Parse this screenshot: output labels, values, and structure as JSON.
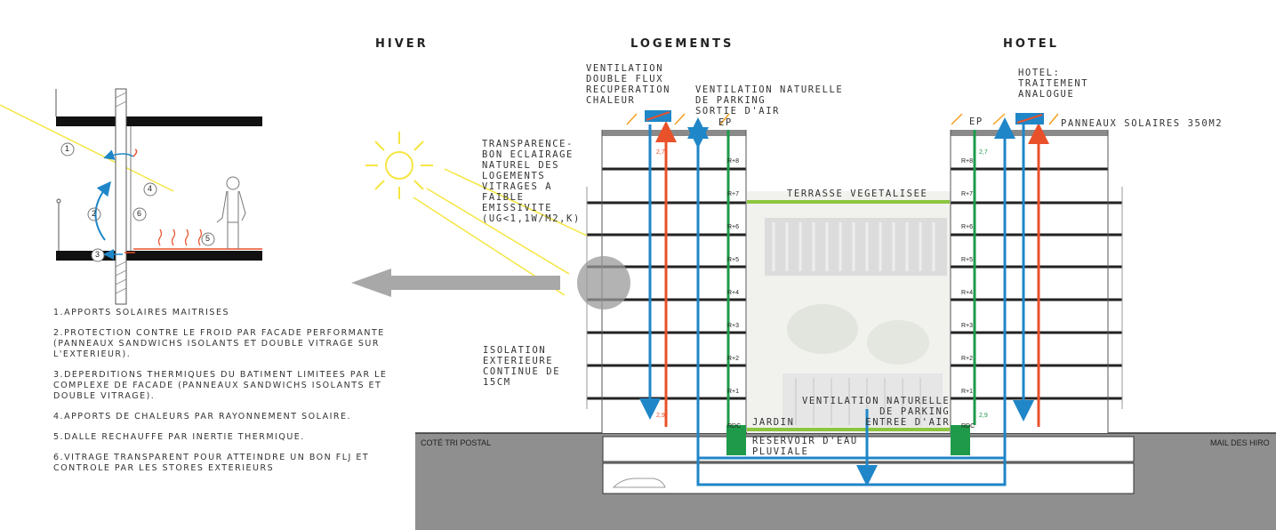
{
  "headers": {
    "winter": "HIVER",
    "housing": "LOGEMENTS",
    "hotel": "HOTEL"
  },
  "labels": {
    "ventilation_double_flux": "VENTILATION\nDOUBLE FLUX\nRECUPERATION\nCHALEUR",
    "ventilation_parking_exit": "VENTILATION NATURELLE\nDE PARKING\nSORTIE D'AIR",
    "hotel_treatment": "HOTEL:\nTRAITEMENT\nANALOGUE",
    "ep_left": "EP",
    "ep_right": "EP",
    "solar_panels": "PANNEAUX SOLAIRES 350M2",
    "transparency": "TRANSPARENCE-\nBON ECLAIRAGE\nNATUREL DES\nLOGEMENTS\nVITRAGES A\nFAIBLE\nEMISSIVITE\n(UG<1,1W/M2,K)",
    "terrace": "TERRASSE VEGETALISEE",
    "insulation": "ISOLATION\nEXTERIEURE\nCONTINUE DE\n15CM",
    "ventilation_parking_entry": "VENTILATION NATURELLE\nDE PARKING\nENTREE D'AIR",
    "garden": "JARDIN",
    "rainwater": "RESERVOIR D'EAU\nPLUVIALE",
    "side_left": "COTÉ TRI POSTAL",
    "side_right": "MAIL DES HIRO"
  },
  "detail_numbers": [
    "1",
    "2",
    "3",
    "4",
    "5",
    "6"
  ],
  "notes": [
    "1.APPORTS SOLAIRES MAITRISES",
    "2.PROTECTION CONTRE LE FROID PAR FACADE PERFORMANTE (PANNEAUX SANDWICHS ISOLANTS ET DOUBLE  VITRAGE SUR L'EXTERIEUR).",
    "3.DEPERDITIONS THERMIQUES DU BATIMENT LIMITEES PAR LE COMPLEXE DE FACADE (PANNEAUX SANDWICHS ISOLANTS ET DOUBLE VITRAGE).",
    "4.APPORTS DE CHALEURS PAR RAYONNEMENT SOLAIRE.",
    "5.DALLE RECHAUFFE PAR INERTIE THERMIQUE.",
    "6.VITRAGE TRANSPARENT POUR ATTEINDRE UN BON FLJ ET CONTROLE PAR LES STORES EXTERIEURS"
  ],
  "floors_left": [
    "R+8",
    "R+7",
    "R+6",
    "R+5",
    "R+4",
    "R+3",
    "R+2",
    "R+1",
    "RDC"
  ],
  "floors_right": [
    "R+8",
    "R+7",
    "R+6",
    "R+5",
    "R+4",
    "R+3",
    "R+2",
    "R+1",
    "RDC"
  ],
  "floor_height": "2,7",
  "floor_height_ground": "2,9",
  "colors": {
    "supply": "#e8512a",
    "extract": "#1f86c8",
    "green": "#1e9a4a",
    "terrace": "#8cc63f",
    "sun": "#f5e642",
    "ground": "#8f8f8f"
  }
}
